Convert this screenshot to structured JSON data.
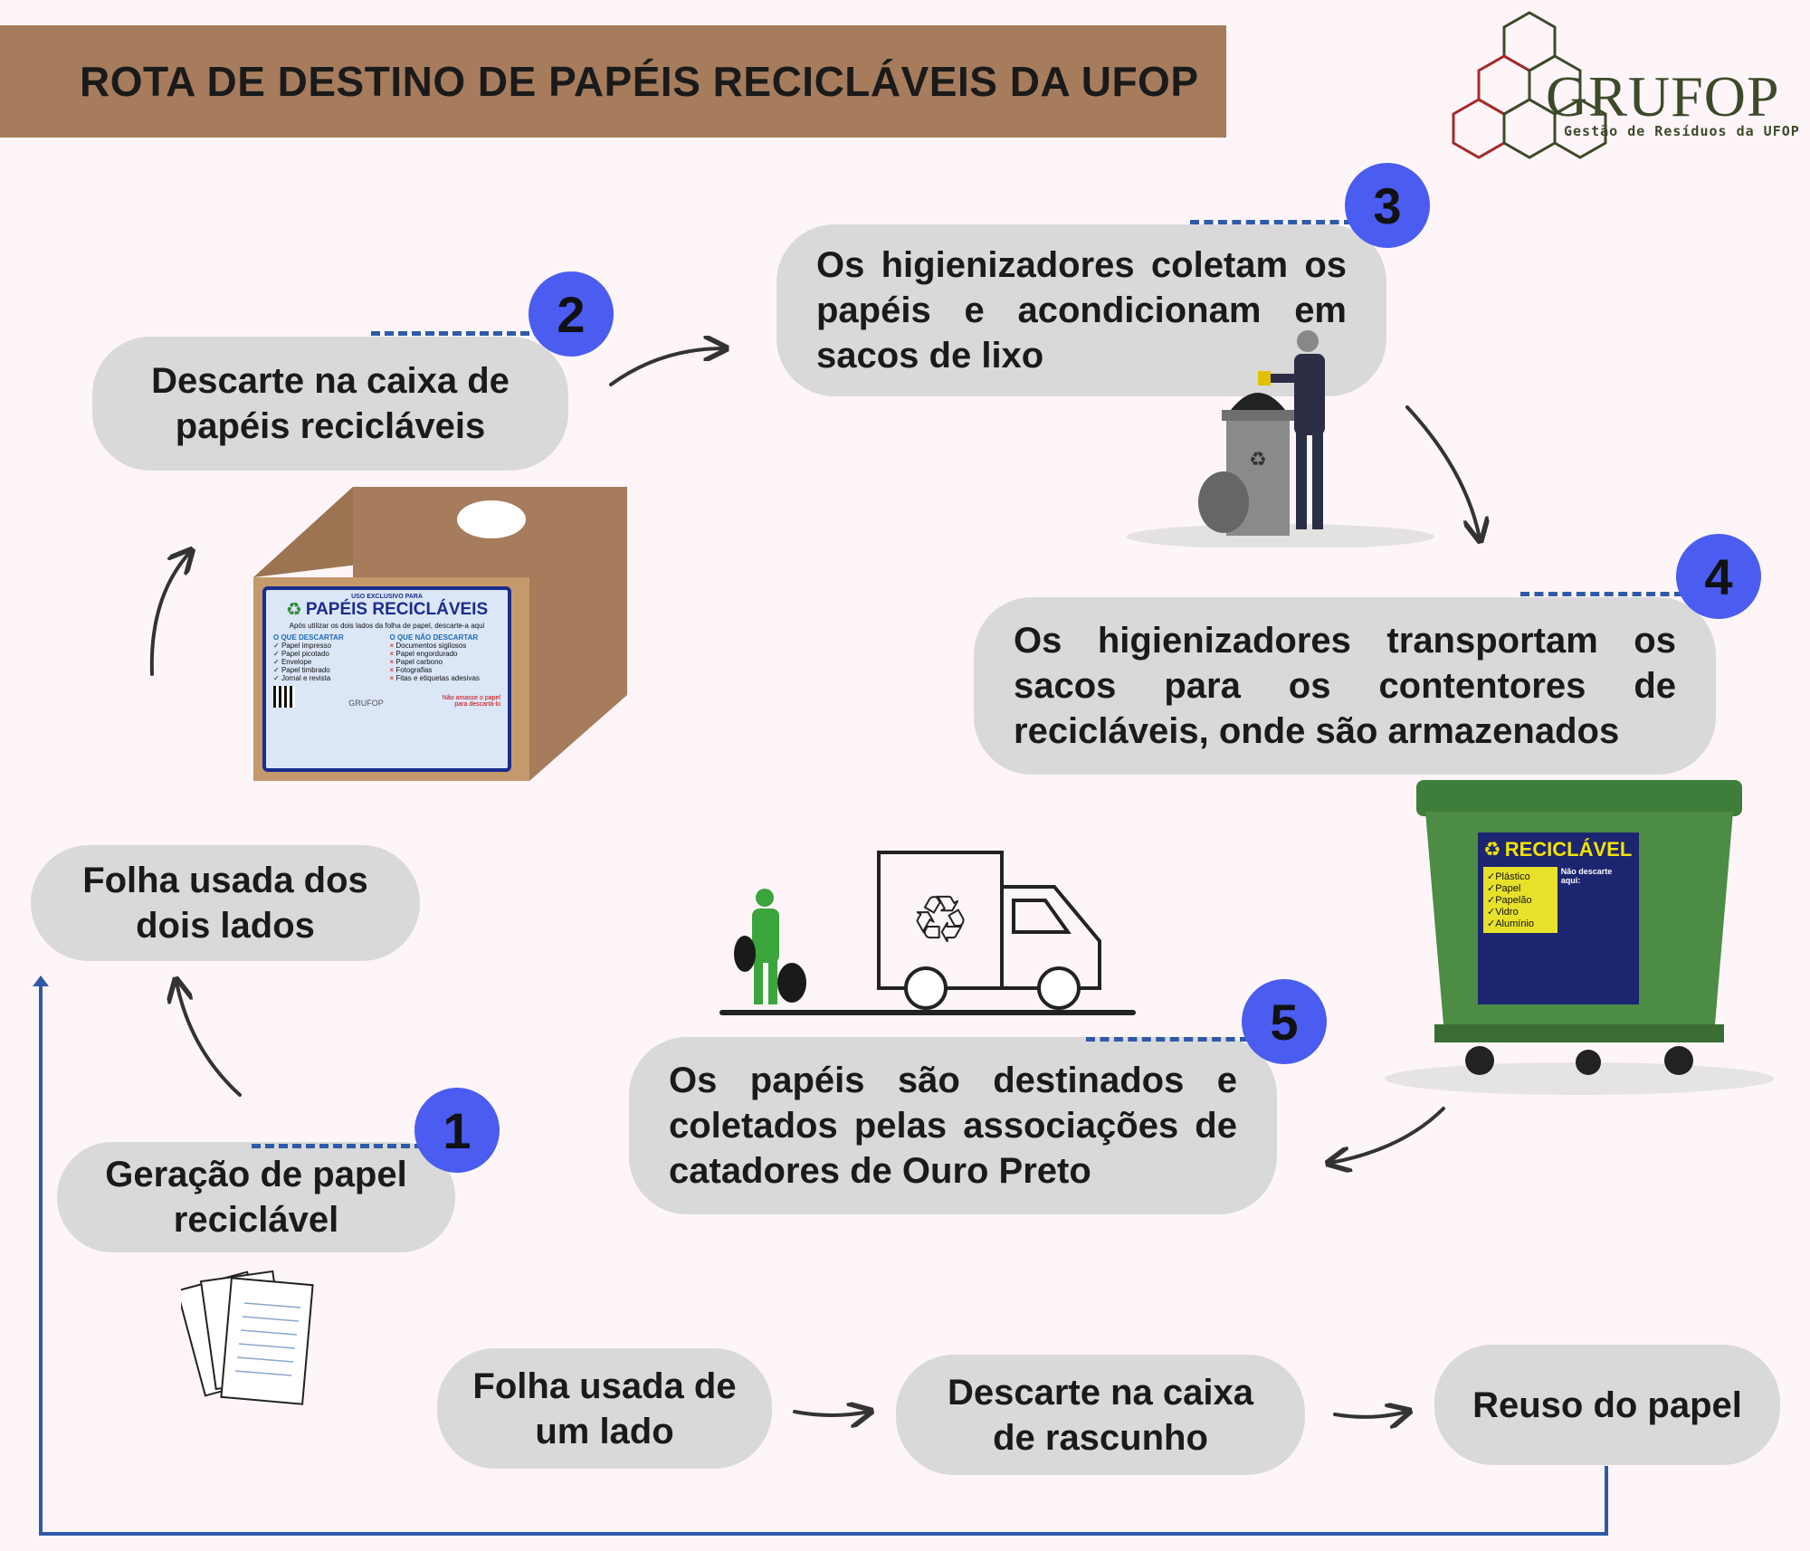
{
  "title": "ROTA DE DESTINO DE PAPÉIS RECICLÁVEIS DA UFOP",
  "logo": {
    "name": "GRUFOP",
    "subtitle": "Gestão de Resíduos da UFOP",
    "color": "#3d4a2a",
    "accent": "#a52a2a"
  },
  "steps": [
    {
      "number": "1",
      "text": "Geração de papel reciclável"
    },
    {
      "number": "2",
      "text": "Descarte na caixa de papéis recicláveis"
    },
    {
      "number": "3",
      "text": "Os higienizadores coletam os papéis e acondicionam em sacos de lixo"
    },
    {
      "number": "4",
      "text": "Os higienizadores transportam os sacos para os contentores de recicláveis, onde são armazenados"
    },
    {
      "number": "5",
      "text": "Os papéis são destinados e coletados pelas associações de catadores de Ouro Preto"
    }
  ],
  "branch": {
    "both_sides": "Folha usada dos dois lados",
    "one_side": "Folha usada de um lado",
    "draft_box": "Descarte na caixa de rascunho",
    "reuse": "Reuso do papel"
  },
  "box_label": {
    "header": "USO EXCLUSIVO PARA",
    "title": "PAPÉIS RECICLÁVEIS",
    "instruction": "Após utilizar os dois lados da folha de papel, descarte-a aqui",
    "allowed_title": "O QUE DESCARTAR",
    "allowed": [
      "Papel impresso",
      "Papel picotado",
      "Envelope",
      "Papel timbrado",
      "Jornal e revista"
    ],
    "forbidden_title": "O QUE NÃO DESCARTAR",
    "forbidden": [
      "Documentos sigilosos",
      "Papel engordurado",
      "Papel carbono",
      "Fotografias",
      "Fitas e etiquetas adesivas"
    ],
    "footer": "Não amasse o papel para descartá-lo",
    "brand": "GRUFOP"
  },
  "container_label": {
    "title": "RECICLÁVEL",
    "allowed": [
      "Plástico",
      "Papel",
      "Papelão",
      "Vidro",
      "Alumínio"
    ],
    "forbidden_title": "Não descarte aqui:"
  },
  "colors": {
    "background": "#fdf5f8",
    "title_bar": "#a67c5d",
    "pill": "#d9d9d9",
    "badge": "#4b5cf0",
    "line": "#2f5aa8",
    "box": "#c49a6c",
    "container": "#3f7d3a"
  }
}
